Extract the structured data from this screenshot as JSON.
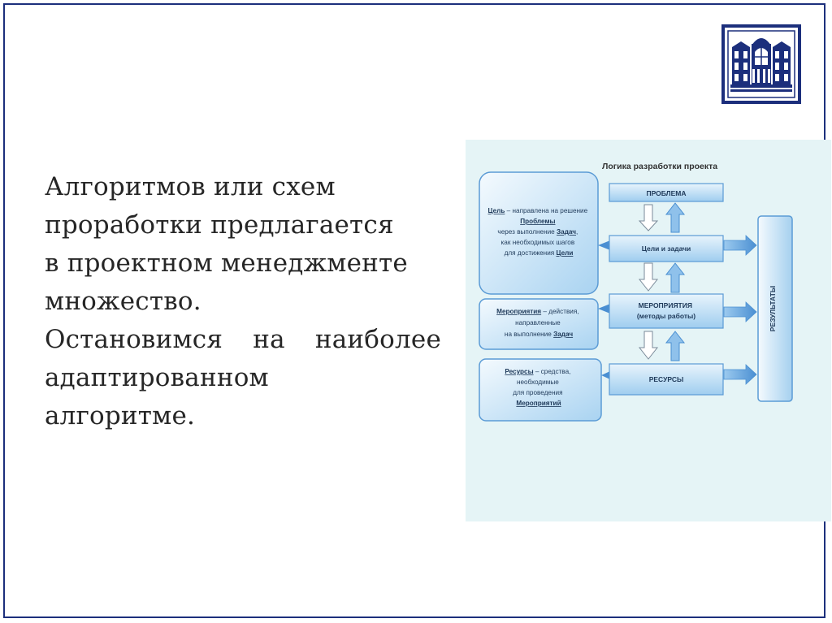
{
  "slide": {
    "paragraph_lines": [
      "Алгоритмов или схем",
      "проработки предлагается",
      "в проектном менеджменте",
      "множество.",
      "Остановимся на наиболее",
      "адаптированном",
      "алгоритме."
    ]
  },
  "logo": {
    "icon": "university-building-icon",
    "color": "#1c2f7c"
  },
  "diagram": {
    "title": "Логика разработки проекта",
    "background_color": "#e5f4f6",
    "box_color": "#cde6f7",
    "arrow_color": "#5b9bd5",
    "right_boxes": {
      "problem": "ПРОБЛЕМА",
      "goals": "Цели и задачи",
      "events_line1": "МЕРОПРИЯТИЯ",
      "events_line2": "(методы работы)",
      "resources": "РЕСУРСЫ"
    },
    "results": "РЕЗУЛЬТАТЫ",
    "left_boxes": {
      "goal": {
        "line1_bold": "Цель",
        "line1_rest": " – направлена на решение",
        "line2": "Проблемы",
        "line3_pre": "через выполнение ",
        "line3_bold": "Задач",
        "line3_post": ",",
        "line4": "как необходимых шагов",
        "line5_pre": "для достижения ",
        "line5_bold": "Цели"
      },
      "events": {
        "line1_bold": "Мероприятия",
        "line1_rest": " – действия,",
        "line2": "направленные",
        "line3_pre": "на выполнение ",
        "line3_bold": "Задач"
      },
      "resources": {
        "line1_bold": "Ресурсы",
        "line1_rest": " – средства,",
        "line2": "необходимые",
        "line3": "для проведения",
        "line4": "Мероприятий"
      }
    }
  }
}
